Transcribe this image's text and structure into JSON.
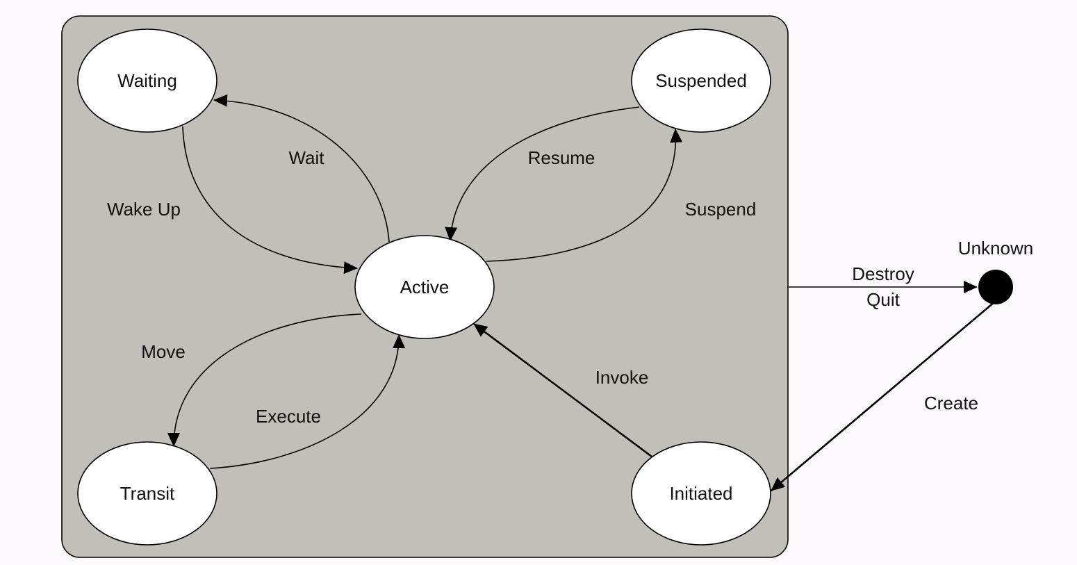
{
  "colors": {
    "page_background": "#fcf8fc",
    "container_fill": "#c1bfb7",
    "state_fill": "#ffffff",
    "line": "#000000",
    "terminal_node": "#000000"
  },
  "states": {
    "waiting": "Waiting",
    "suspended": "Suspended",
    "active": "Active",
    "transit": "Transit",
    "initiated": "Initiated",
    "unknown": "Unknown"
  },
  "transitions": {
    "wait": "Wait",
    "wake_up": "Wake Up",
    "resume": "Resume",
    "suspend": "Suspend",
    "move": "Move",
    "execute": "Execute",
    "invoke": "Invoke",
    "destroy": "Destroy",
    "quit": "Quit",
    "create": "Create"
  }
}
